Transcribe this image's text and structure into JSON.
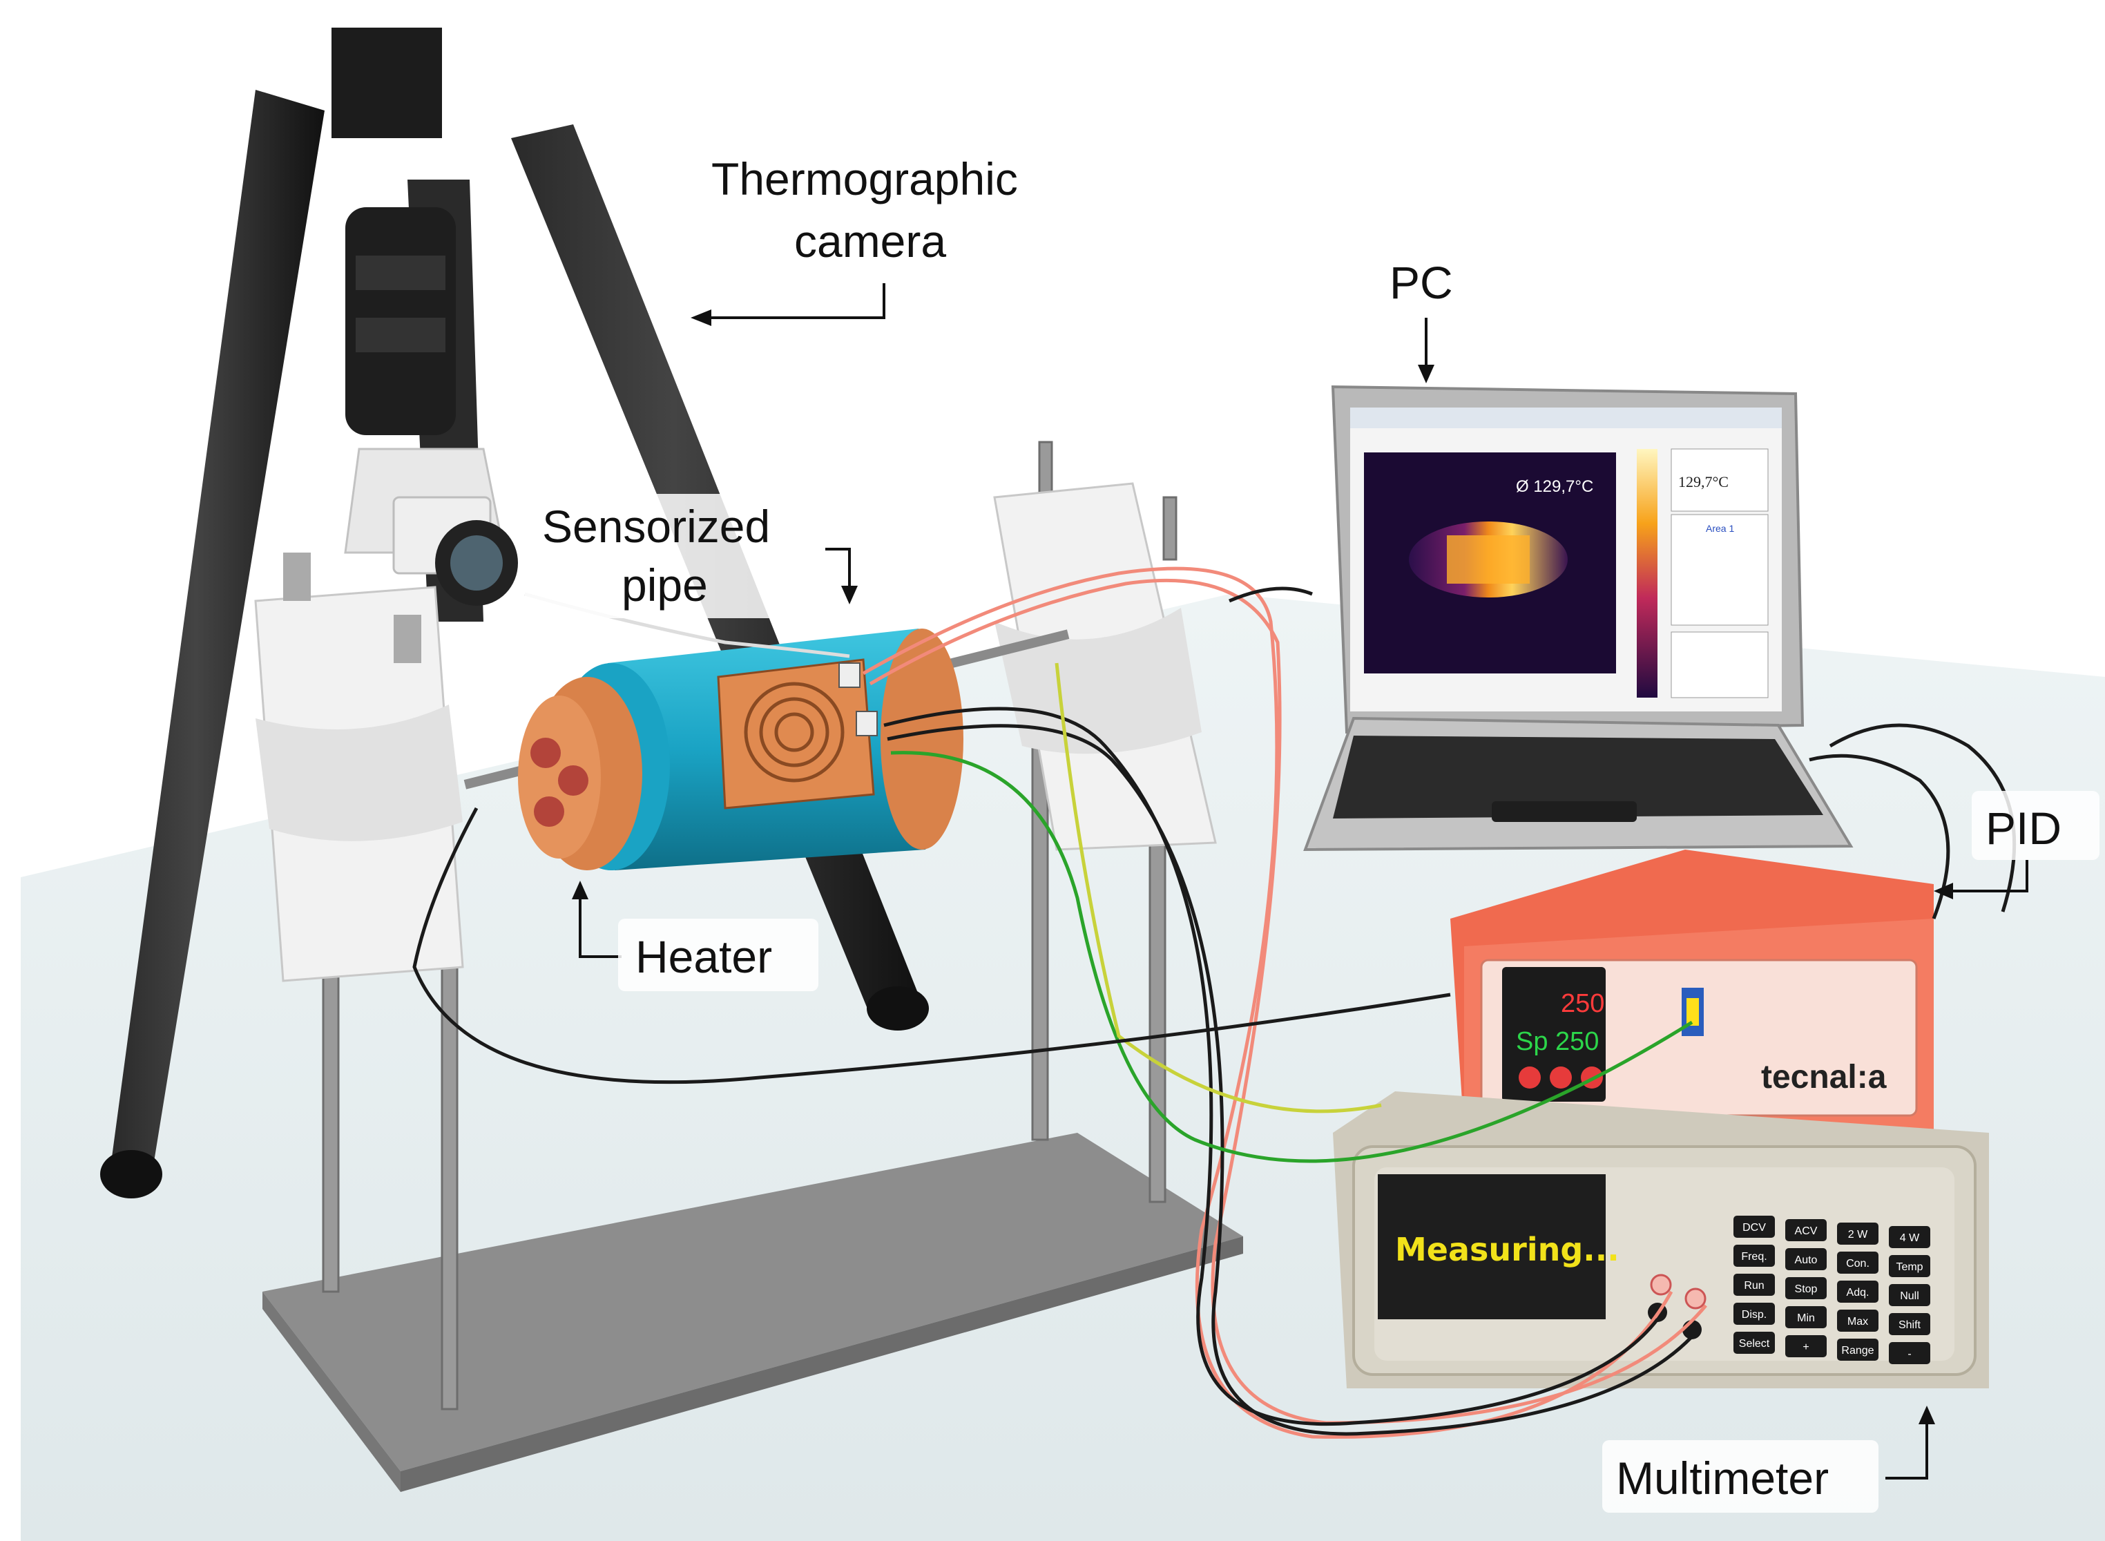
{
  "labels": {
    "camera_line1": "Thermographic",
    "camera_line2": "camera",
    "pc": "PC",
    "pipe_line1": "Sensorized",
    "pipe_line2": "pipe",
    "heater": "Heater",
    "pid": "PID",
    "multimeter": "Multimeter"
  },
  "laptop_screen": {
    "temperature_readout": "Ø 129,7°C",
    "side_temp": "129,7°C",
    "area_label": "Area 1"
  },
  "pid_controller": {
    "pv": "250",
    "sp": "Sp 250",
    "brand": "tecnal:a"
  },
  "multimeter": {
    "display": "Measuring...",
    "keys": [
      "DCV",
      "ACV",
      "2 W",
      "4 W",
      "Freq.",
      "Auto",
      "Con.",
      "Temp",
      "Run",
      "Stop",
      "Adq.",
      "Null",
      "Disp.",
      "Min",
      "Max",
      "Shift",
      "Select",
      "+",
      "Range",
      "-"
    ]
  },
  "colors": {
    "tripod": "#1c1c1c",
    "pipe": "#1aa3c4",
    "copper": "#d9824a",
    "pid_body": "#f06a4f",
    "multimeter_body": "#d9d5c8",
    "laptop": "#b9b9b9",
    "base_plate": "#8a8a8a",
    "table": "#e3ecee",
    "wire_red": "#f28a7a",
    "wire_green": "#2aa42a",
    "wire_black": "#1a1a1a"
  }
}
